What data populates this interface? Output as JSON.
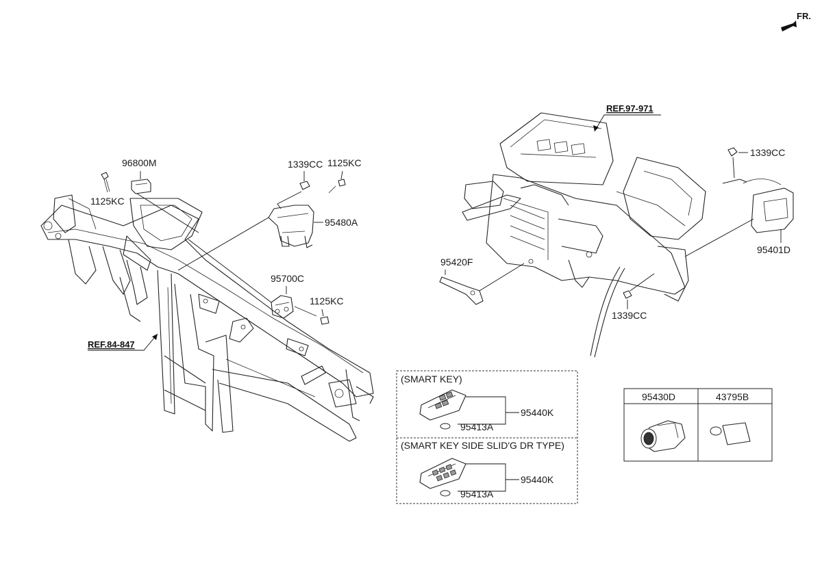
{
  "orientation": {
    "label": "FR."
  },
  "labels": {
    "p96800M": "96800M",
    "p1125KC_a": "1125KC",
    "p1339CC_a": "1339CC",
    "p1125KC_b": "1125KC",
    "p95480A": "95480A",
    "p95700C": "95700C",
    "p1125KC_c": "1125KC",
    "ref84": "REF.84-847",
    "ref97": "REF.97-971",
    "p1339CC_b": "1339CC",
    "p95401D": "95401D",
    "p95420F": "95420F",
    "p1339CC_c": "1339CC"
  },
  "smart_key_panel": {
    "section1_title": "(SMART KEY)",
    "section1_key": "95440K",
    "section1_battery": "95413A",
    "section2_title": "(SMART KEY SIDE SLID'G DR TYPE)",
    "section2_key": "95440K",
    "section2_battery": "95413A"
  },
  "parts_table": {
    "col1_header": "95430D",
    "col2_header": "43795B"
  },
  "colors": {
    "line": "#222222",
    "background": "#ffffff"
  }
}
